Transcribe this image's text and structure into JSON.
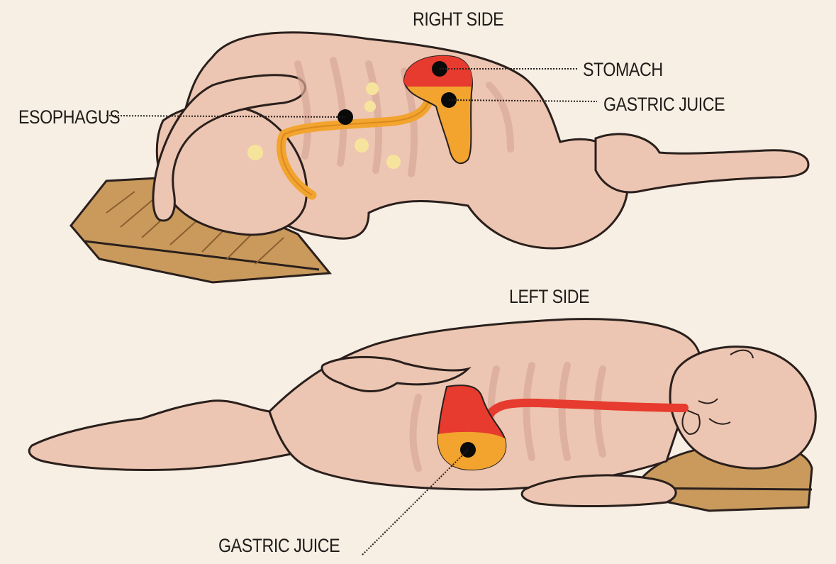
{
  "labels": {
    "right_side": "RIGHT SIDE",
    "stomach": "STOMACH",
    "gastric_juice_top": "GASTRIC JUICE",
    "esophagus": "ESOPHAGUS",
    "left_side": "LEFT SIDE",
    "gastric_juice_bottom": "GASTRIC JUICE"
  },
  "colors": {
    "background": "#f7efe4",
    "skin": "#ecc6b2",
    "skin_dark": "#d9a898",
    "outline": "#2a1f1c",
    "pillow": "#c99a5c",
    "stomach_acid_red": "#e63b2e",
    "gastric_juice_orange": "#f2a42f",
    "marker_dot": "#0a0a0a"
  }
}
